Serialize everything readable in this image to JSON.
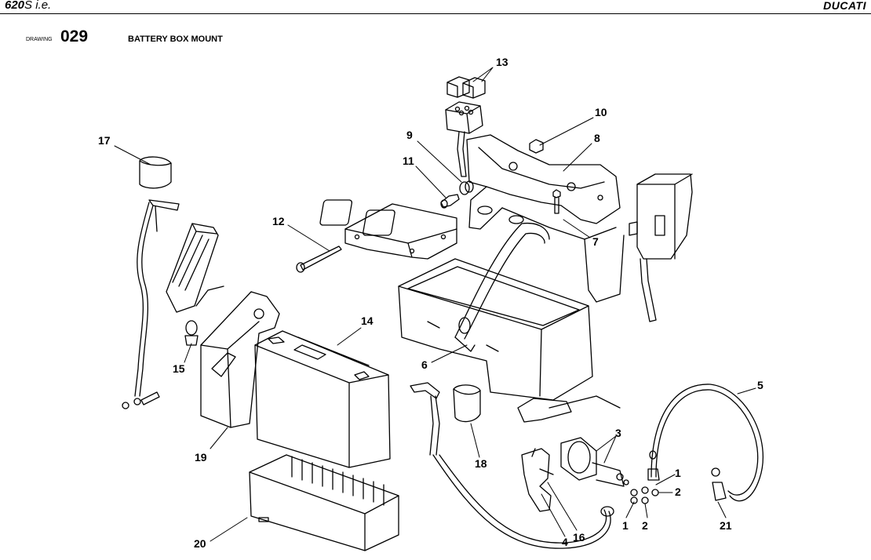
{
  "header": {
    "model_bold": "620",
    "model_rest": "S i.e.",
    "brand": "DUCATI"
  },
  "drawing": {
    "label": "DRAWING",
    "number": "029",
    "title": "BATTERY BOX MOUNT"
  },
  "callouts": {
    "c13": "13",
    "c10": "10",
    "c8": "8",
    "c9": "9",
    "c17": "17",
    "c11": "11",
    "c12": "12",
    "c7": "7",
    "c14": "14",
    "c15": "15",
    "c6": "6",
    "c5": "5",
    "c3": "3",
    "c19": "19",
    "c18": "18",
    "c1a": "1",
    "c2a": "2",
    "c1b": "1",
    "c2b": "2",
    "c21": "21",
    "c4": "4",
    "c16": "16",
    "c20": "20"
  }
}
